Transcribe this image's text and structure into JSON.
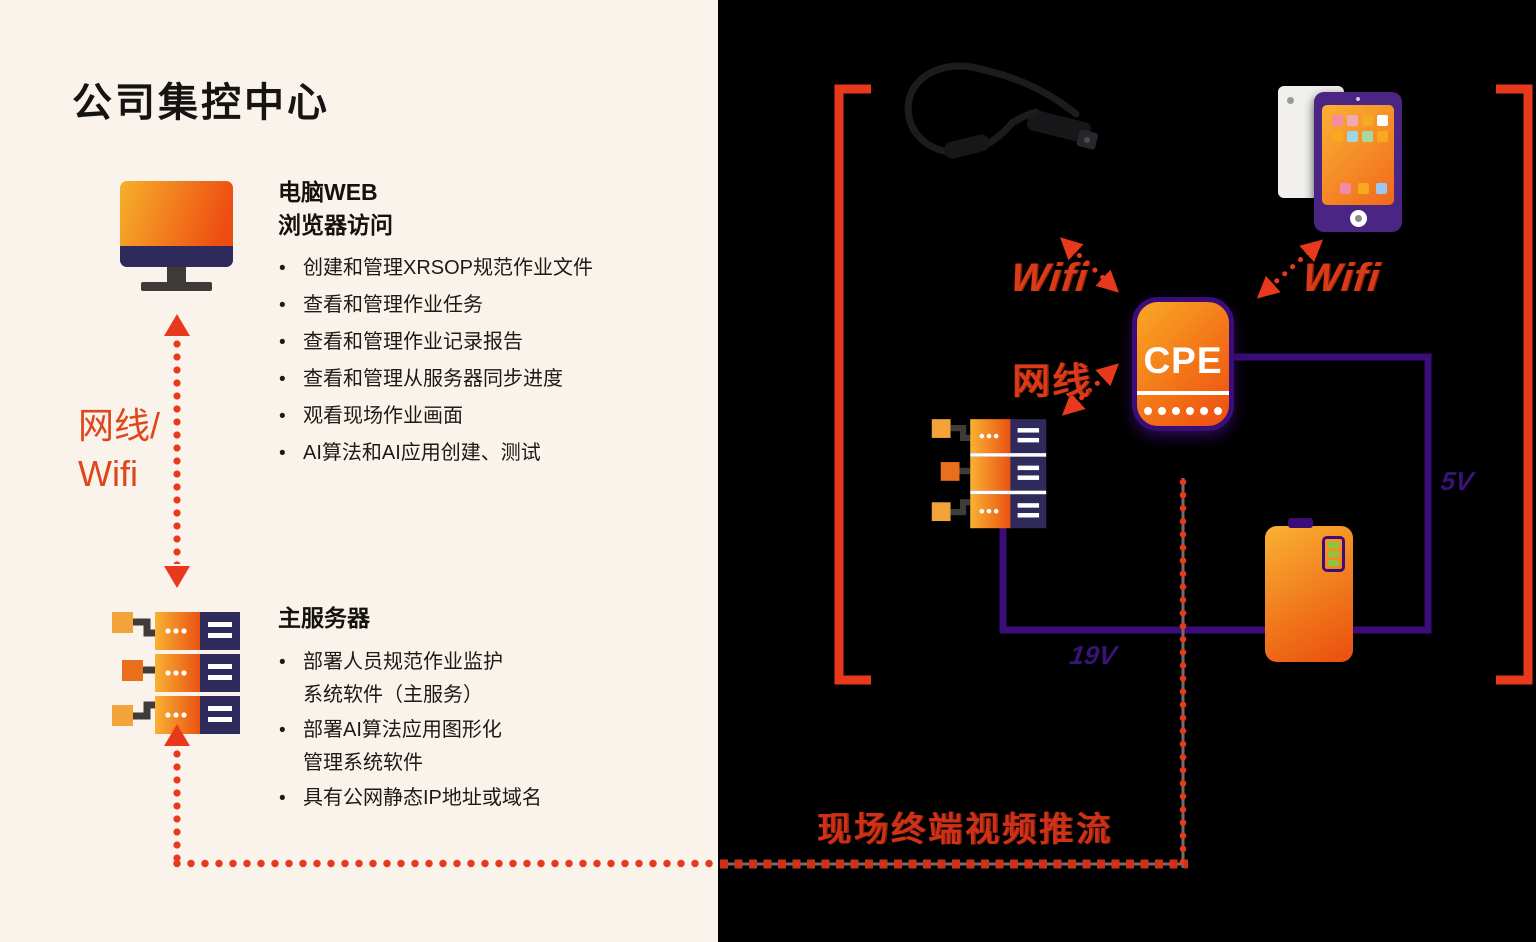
{
  "left_panel": {
    "title": "公司集控中心",
    "web_section": {
      "heading_line1": "电脑WEB",
      "heading_line2": "浏览器访问",
      "bullets": [
        "创建和管理XRSOP规范作业文件",
        "查看和管理作业任务",
        "查看和管理作业记录报告",
        "查看和管理从服务器同步进度",
        "观看现场作业画面",
        "AI算法和AI应用创建、测试"
      ]
    },
    "connection_label": {
      "line1": "网线/",
      "line2": "Wifi"
    },
    "server_section": {
      "heading": "主服务器",
      "bullets": [
        {
          "lines": [
            "部署人员规范作业监护",
            "系统软件（主服务）"
          ]
        },
        {
          "lines": [
            "部署AI算法应用图形化",
            "管理系统软件"
          ]
        },
        {
          "lines": [
            "具有公网静态IP地址或域名"
          ]
        }
      ]
    }
  },
  "right_panel": {
    "glasses_wifi_label": "Wifi",
    "tablet_wifi_label": "Wifi",
    "cable_label": "网线",
    "cpe_label": "CPE",
    "voltage_5v": "5V",
    "voltage_19v": "19V",
    "stream_label": "现场终端视频推流"
  },
  "colors": {
    "background_left": "#FAF3EB",
    "background_right": "#000000",
    "accent_red": "#E8391D",
    "orange_gradient_start": "#F9B233",
    "orange_gradient_end": "#EA4E10",
    "navy": "#2E2A5C",
    "purple": "#3A0D78",
    "battery_green": "#8CC63E"
  }
}
